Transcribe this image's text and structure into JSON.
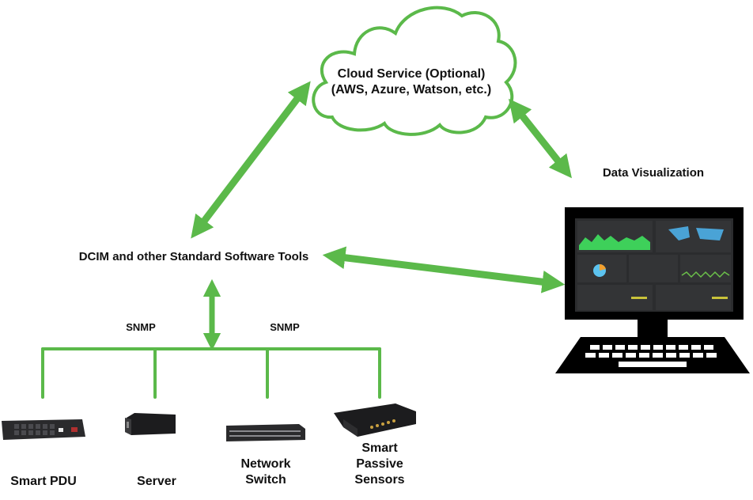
{
  "colors": {
    "accent_green": "#5bb94a",
    "text": "#111111",
    "monitor": "#000000",
    "dashboard_bg": "#2b2c2e"
  },
  "cloud": {
    "line1": "Cloud Service (Optional)",
    "line2": "(AWS, Azure, Watson, etc.)"
  },
  "data_visualization": {
    "label": "Data Visualization"
  },
  "dcim": {
    "label": "DCIM and other Standard Software Tools"
  },
  "protocols": {
    "left": "SNMP",
    "right": "SNMP"
  },
  "devices": [
    {
      "label_lines": [
        "Smart PDU"
      ],
      "icon": "pdu-icon"
    },
    {
      "label_lines": [
        "Server"
      ],
      "icon": "server-icon"
    },
    {
      "label_lines": [
        "Network",
        "Switch"
      ],
      "icon": "network-switch-icon"
    },
    {
      "label_lines": [
        "Smart",
        "Passive",
        "Sensors"
      ],
      "icon": "sensor-gateway-icon"
    }
  ],
  "connections": [
    {
      "from": "DCIM and other Standard Software Tools",
      "to": "Cloud Service",
      "direction": "bidirectional"
    },
    {
      "from": "Cloud Service",
      "to": "Data Visualization",
      "direction": "bidirectional"
    },
    {
      "from": "DCIM and other Standard Software Tools",
      "to": "Data Visualization",
      "direction": "bidirectional"
    },
    {
      "from": "DCIM and other Standard Software Tools",
      "to": "SNMP bus",
      "direction": "bidirectional"
    }
  ]
}
